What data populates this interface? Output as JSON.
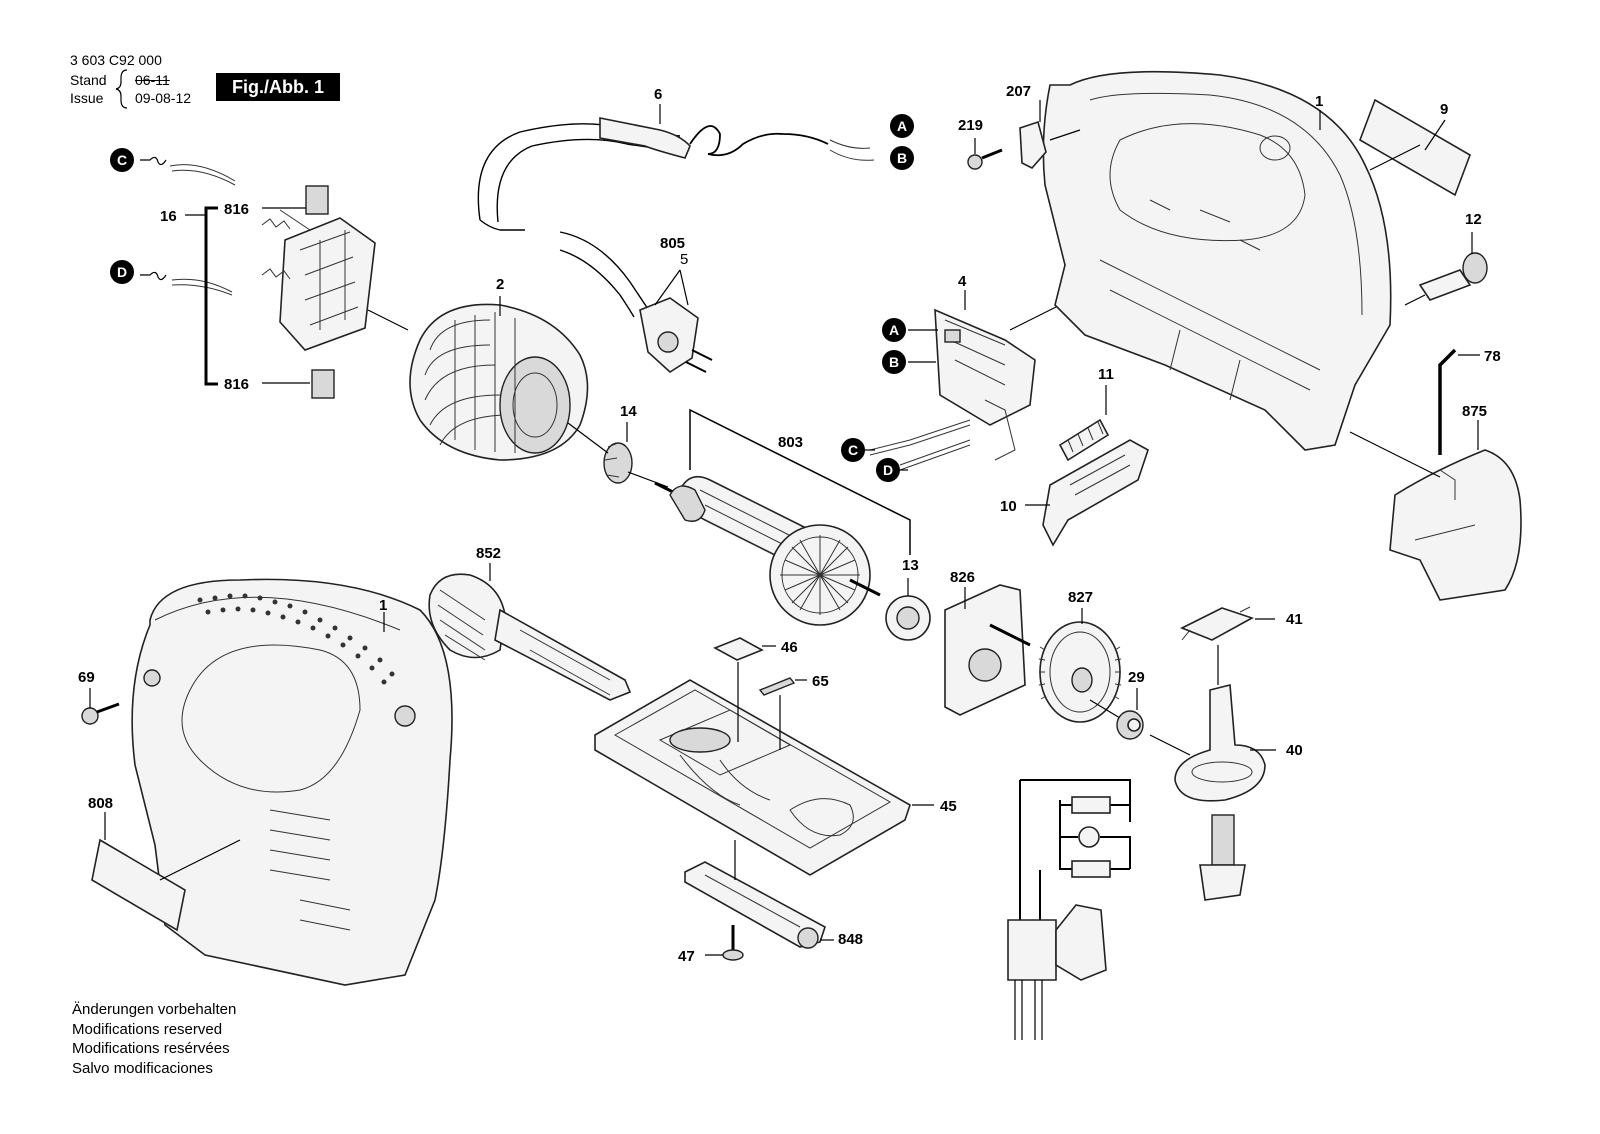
{
  "header": {
    "part_number": "3 603 C92 000",
    "stand_label": "Stand",
    "issue_label": "Issue",
    "stand_date": "06-11",
    "issue_date": "09-08-12",
    "figure_label": "Fig./Abb. 1"
  },
  "footer": {
    "lines": [
      "Änderungen vorbehalten",
      "Modifications reserved",
      "Modifications resérvées",
      "Salvo modificaciones"
    ]
  },
  "connectors": {
    "a": "A",
    "b": "B",
    "c": "C",
    "d": "D"
  },
  "parts": {
    "p1_top": "1",
    "p1_bottom": "1",
    "p2": "2",
    "p4": "4",
    "p5": "5",
    "p6": "6",
    "p9": "9",
    "p10": "10",
    "p11": "11",
    "p12": "12",
    "p13": "13",
    "p14": "14",
    "p16": "16",
    "p29": "29",
    "p40": "40",
    "p41": "41",
    "p45": "45",
    "p46": "46",
    "p47": "47",
    "p65": "65",
    "p69": "69",
    "p78": "78",
    "p207": "207",
    "p219": "219",
    "p803": "803",
    "p805": "805",
    "p808": "808",
    "p816_top": "816",
    "p816_bottom": "816",
    "p826": "826",
    "p827": "827",
    "p848": "848",
    "p852": "852",
    "p875": "875"
  }
}
